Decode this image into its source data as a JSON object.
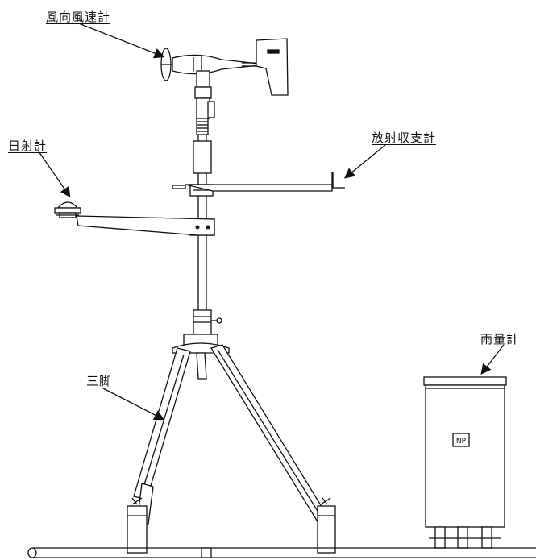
{
  "labels": {
    "anemometer": "風向風速計",
    "pyranometer": "日射計",
    "net_radiometer": "放射収支計",
    "rain_gauge": "雨量計",
    "tripod": "三脚",
    "rain_gauge_plate": "NP"
  },
  "colors": {
    "line": "#111111",
    "paper": "#ffffff",
    "shade": "#d9d9d9"
  }
}
